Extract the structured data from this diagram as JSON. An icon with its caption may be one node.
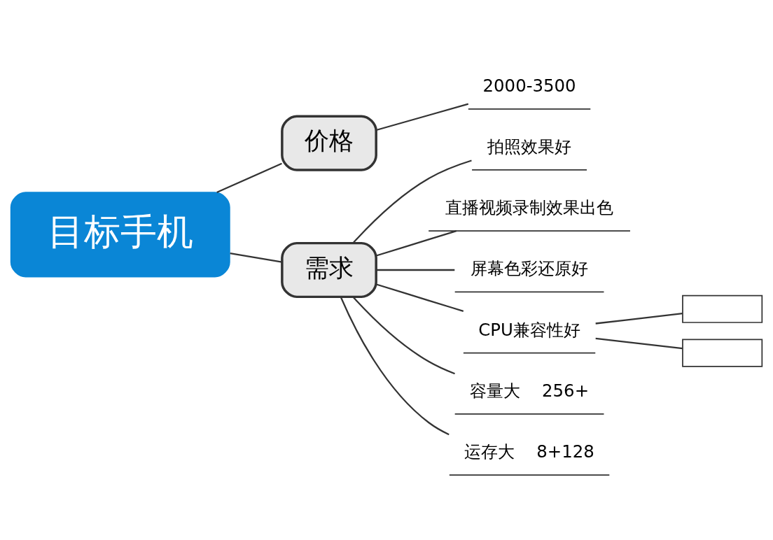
{
  "diagram": {
    "nodes": [
      {
        "text": [
          "目标手机"
        ]
      },
      {
        "text": [
          "价格"
        ]
      },
      {
        "text": [
          "需求"
        ]
      },
      {
        "text": [
          "2000-3500"
        ]
      },
      {
        "text": [
          "拍照效果好"
        ]
      },
      {
        "text": [
          "直播视频录制效果出色"
        ]
      },
      {
        "text": [
          "屏幕色彩还原好"
        ]
      },
      {
        "text": [
          "CPU兼容性好"
        ]
      },
      {
        "text": [],
        "shape": "box"
      },
      {
        "text": [],
        "shape": "box"
      },
      {
        "text": [
          "容量大",
          "256+"
        ]
      },
      {
        "text": [
          "运存大",
          "8+128"
        ]
      }
    ],
    "edges": [
      {
        "from": 0,
        "to": 1,
        "arrow": "none"
      },
      {
        "from": 0,
        "to": 2,
        "arrow": "none"
      },
      {
        "from": 1,
        "to": 3,
        "arrow": "none"
      },
      {
        "from": 2,
        "to": 4,
        "arrow": "none"
      },
      {
        "from": 2,
        "to": 5,
        "arrow": "none"
      },
      {
        "from": 2,
        "to": 6,
        "arrow": "none"
      },
      {
        "from": 2,
        "to": 7,
        "arrow": "none"
      },
      {
        "from": 7,
        "to": 8,
        "arrow": "none"
      },
      {
        "from": 7,
        "to": 9,
        "arrow": "none"
      },
      {
        "from": 2,
        "to": 10,
        "arrow": "none"
      },
      {
        "from": 2,
        "to": 11,
        "arrow": "none"
      }
    ]
  }
}
